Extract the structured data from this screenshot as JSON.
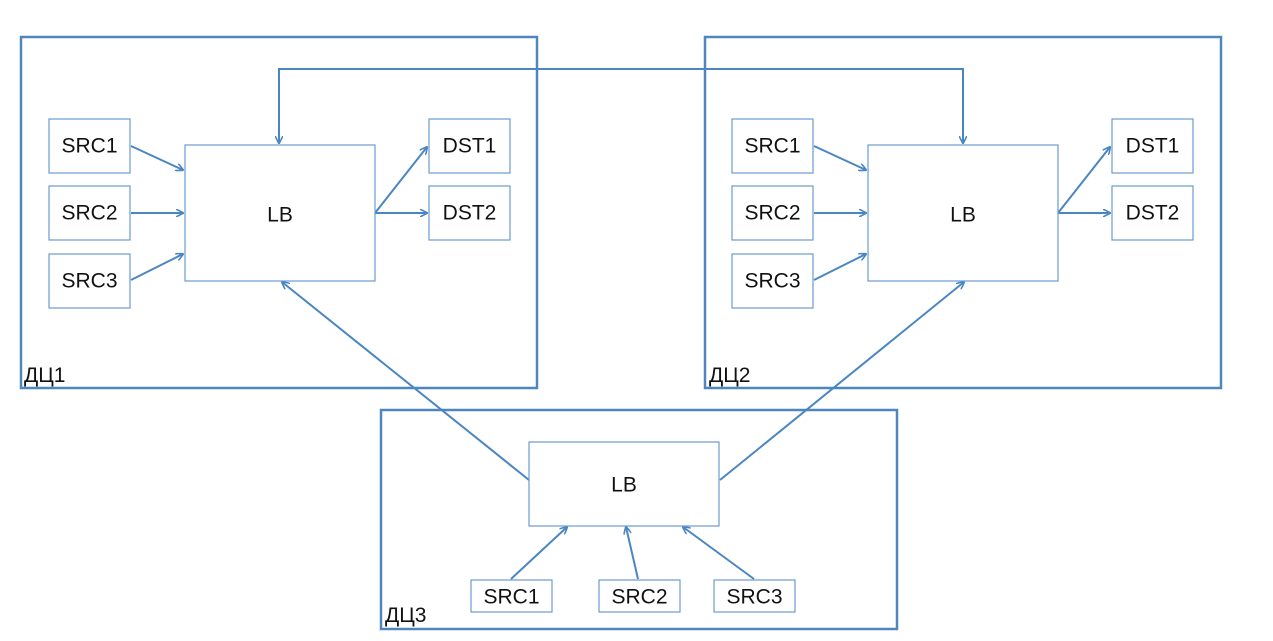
{
  "diagram": {
    "datacenters": [
      {
        "id": "dc1",
        "label": "ДЦ1",
        "nodes": [
          {
            "id": "dc1-src1",
            "label": "SRC1"
          },
          {
            "id": "dc1-src2",
            "label": "SRC2"
          },
          {
            "id": "dc1-src3",
            "label": "SRC3"
          },
          {
            "id": "dc1-lb",
            "label": "LB"
          },
          {
            "id": "dc1-dst1",
            "label": "DST1"
          },
          {
            "id": "dc1-dst2",
            "label": "DST2"
          }
        ]
      },
      {
        "id": "dc2",
        "label": "ДЦ2",
        "nodes": [
          {
            "id": "dc2-src1",
            "label": "SRC1"
          },
          {
            "id": "dc2-src2",
            "label": "SRC2"
          },
          {
            "id": "dc2-src3",
            "label": "SRC3"
          },
          {
            "id": "dc2-lb",
            "label": "LB"
          },
          {
            "id": "dc2-dst1",
            "label": "DST1"
          },
          {
            "id": "dc2-dst2",
            "label": "DST2"
          }
        ]
      },
      {
        "id": "dc3",
        "label": "ДЦ3",
        "nodes": [
          {
            "id": "dc3-lb",
            "label": "LB"
          },
          {
            "id": "dc3-src1",
            "label": "SRC1"
          },
          {
            "id": "dc3-src2",
            "label": "SRC2"
          },
          {
            "id": "dc3-src3",
            "label": "SRC3"
          }
        ]
      }
    ],
    "edges": [
      {
        "from": "dc1-src1",
        "to": "dc1-lb"
      },
      {
        "from": "dc1-src2",
        "to": "dc1-lb"
      },
      {
        "from": "dc1-src3",
        "to": "dc1-lb"
      },
      {
        "from": "dc1-lb",
        "to": "dc1-dst1"
      },
      {
        "from": "dc1-lb",
        "to": "dc1-dst2"
      },
      {
        "from": "dc2-src1",
        "to": "dc2-lb"
      },
      {
        "from": "dc2-src2",
        "to": "dc2-lb"
      },
      {
        "from": "dc2-src3",
        "to": "dc2-lb"
      },
      {
        "from": "dc2-lb",
        "to": "dc2-dst1"
      },
      {
        "from": "dc2-lb",
        "to": "dc2-dst2"
      },
      {
        "from": "dc3-src1",
        "to": "dc3-lb"
      },
      {
        "from": "dc3-src2",
        "to": "dc3-lb"
      },
      {
        "from": "dc3-src3",
        "to": "dc3-lb"
      },
      {
        "from": "dc3-lb",
        "to": "dc1-lb"
      },
      {
        "from": "dc3-lb",
        "to": "dc2-lb"
      },
      {
        "from": "dc1-lb",
        "to": "dc2-lb",
        "bidirectional": true
      }
    ],
    "colors": {
      "frame": "#4f86c0",
      "node_border": "#6a9bd0",
      "edge": "#4a86c2",
      "text": "#111111"
    }
  }
}
